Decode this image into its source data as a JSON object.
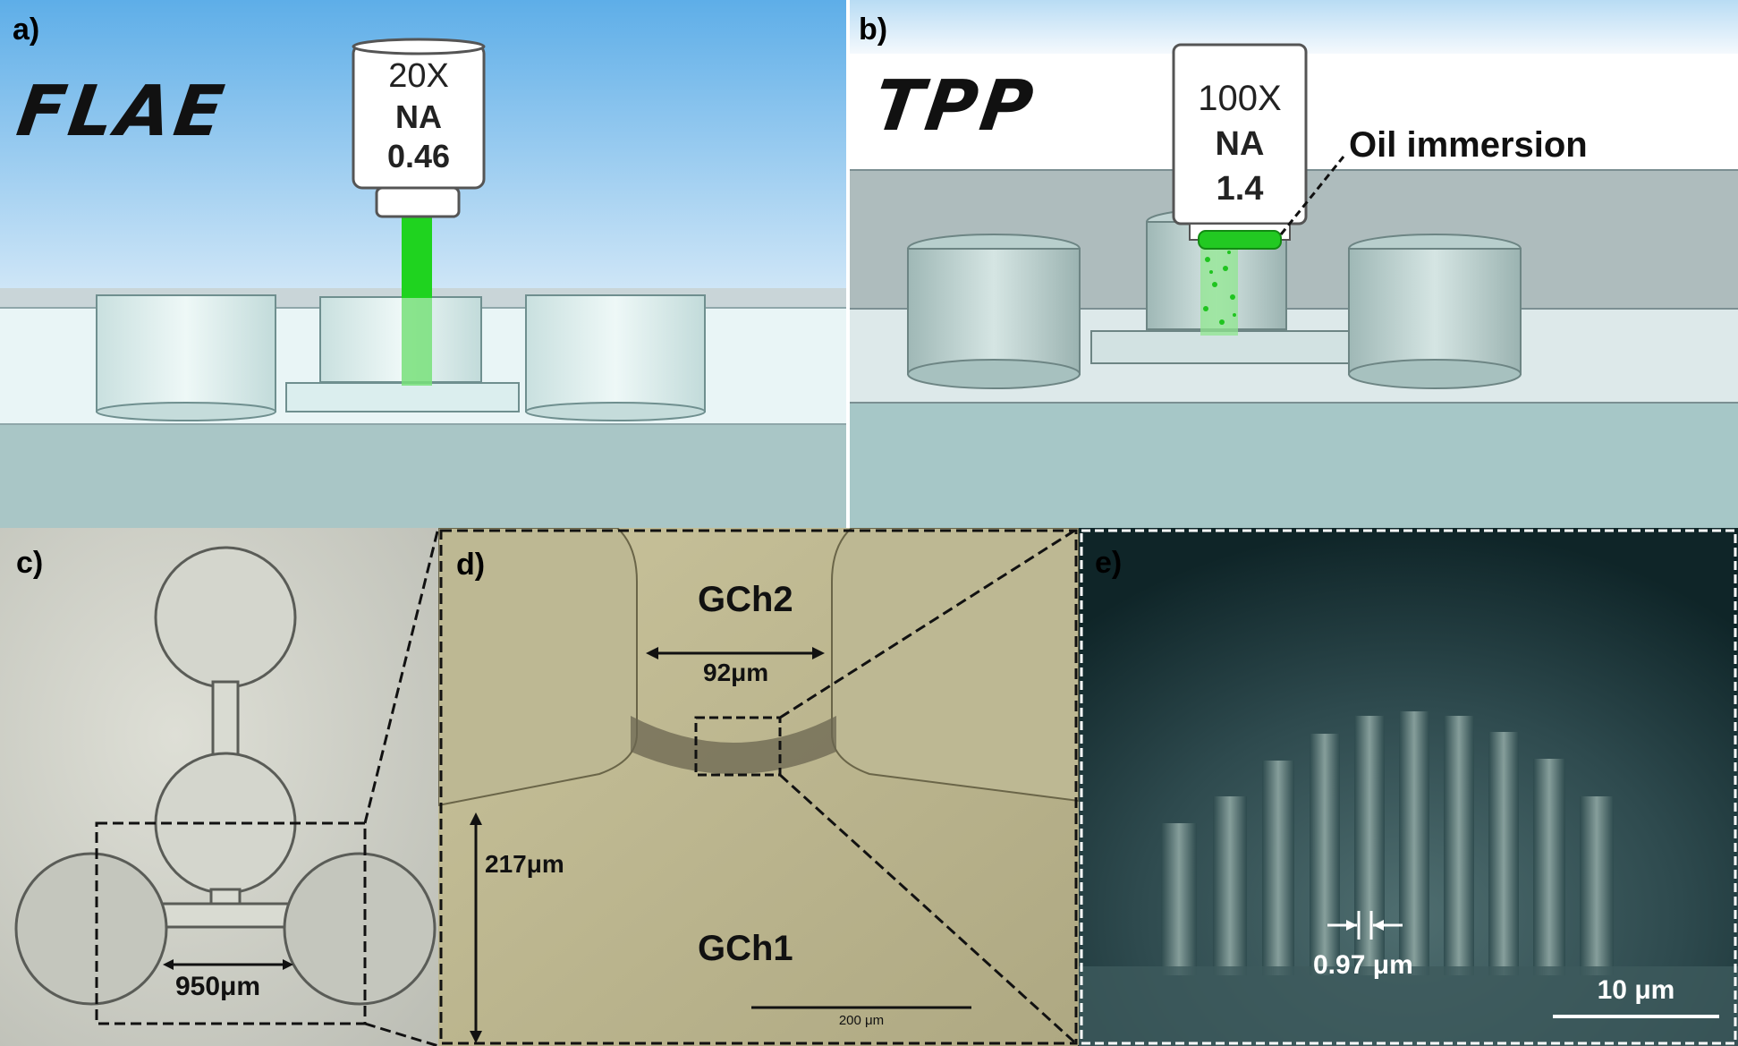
{
  "panel_a": {
    "label": "a)",
    "title": "FLAE",
    "objective": {
      "magnification": "20X",
      "na_label": "NA",
      "na_value": "0.46"
    }
  },
  "panel_b": {
    "label": "b)",
    "title": "TPP",
    "objective": {
      "magnification": "100X",
      "na_label": "NA",
      "na_value": "1.4"
    },
    "callout": "Oil immersion"
  },
  "panel_c": {
    "label": "c)",
    "dimension": "950μm"
  },
  "panel_d": {
    "label": "d)",
    "channel_top": "GCh2",
    "channel_bottom": "GCh1",
    "gap_width": "92μm",
    "height": "217μm",
    "scale_bar": "200 μm"
  },
  "panel_e": {
    "label": "e)",
    "feature_width": "0.97 μm",
    "scale_bar": "10 μm"
  },
  "colors": {
    "laser_green": "#22dd22",
    "sky_blue": "#6fb8ec",
    "micrograph_olive": "#b8b28a",
    "micrograph_dark": "#1f3a3f"
  }
}
